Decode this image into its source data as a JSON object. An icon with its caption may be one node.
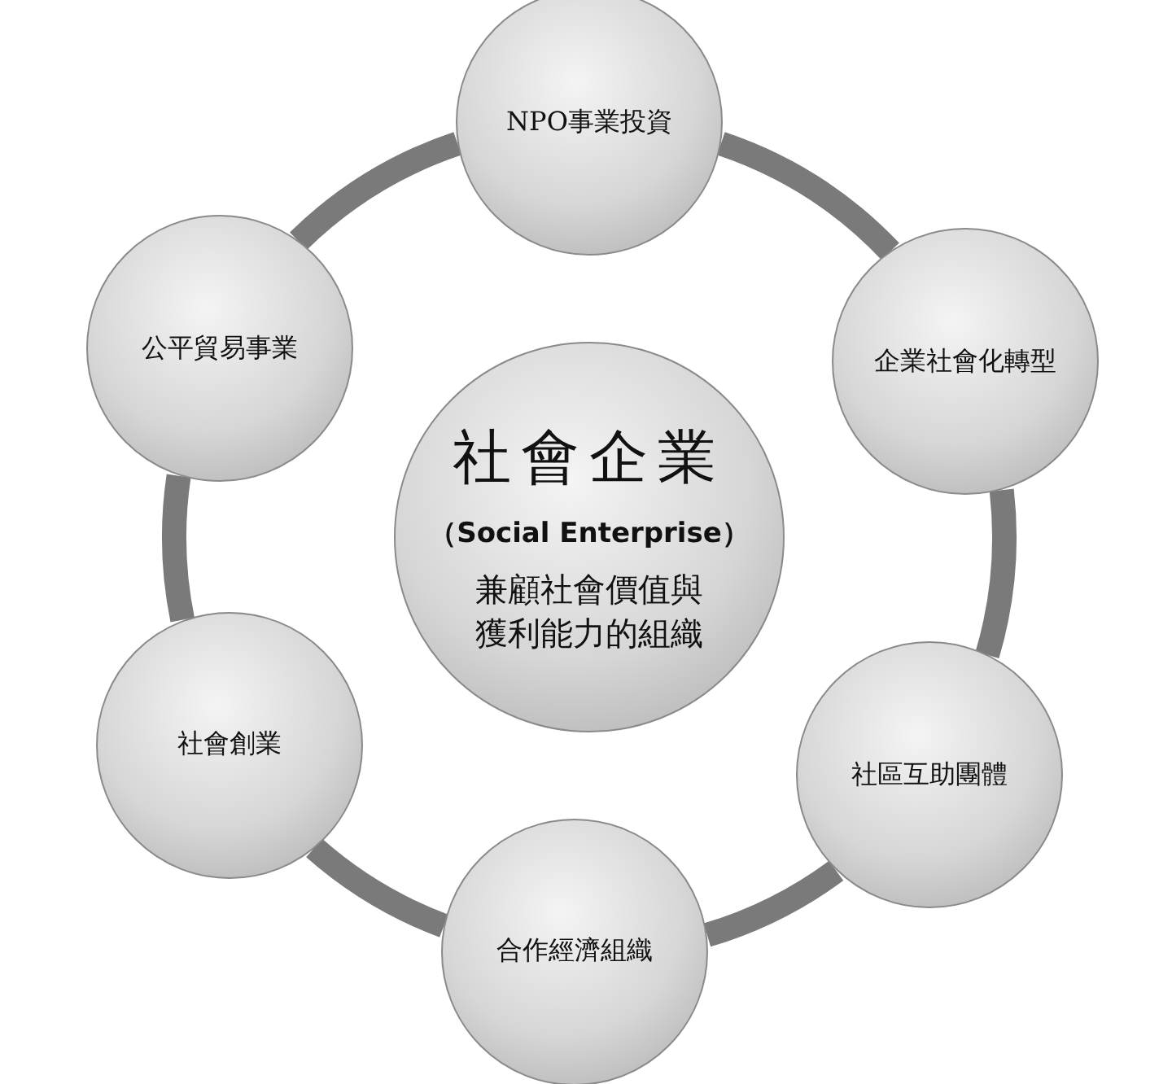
{
  "diagram": {
    "nodes": [
      {
        "text": [
          "社會企業",
          "（Social Enterprise）",
          "兼顧社會價值與獲利能力的組織"
        ]
      },
      {
        "text": [
          "NPO事業投資"
        ]
      },
      {
        "text": [
          "企業社會化轉型"
        ]
      },
      {
        "text": [
          "社區互助團體"
        ]
      },
      {
        "text": [
          "合作經濟組織"
        ]
      },
      {
        "text": [
          "社會創業"
        ]
      },
      {
        "text": [
          "公平貿易事業"
        ]
      }
    ],
    "edges": [
      {
        "from": 1,
        "to": 2,
        "arrow": "none"
      },
      {
        "from": 2,
        "to": 3,
        "arrow": "none"
      },
      {
        "from": 3,
        "to": 4,
        "arrow": "none"
      },
      {
        "from": 4,
        "to": 5,
        "arrow": "none"
      },
      {
        "from": 5,
        "to": 6,
        "arrow": "none"
      },
      {
        "from": 6,
        "to": 1,
        "arrow": "none"
      }
    ]
  }
}
